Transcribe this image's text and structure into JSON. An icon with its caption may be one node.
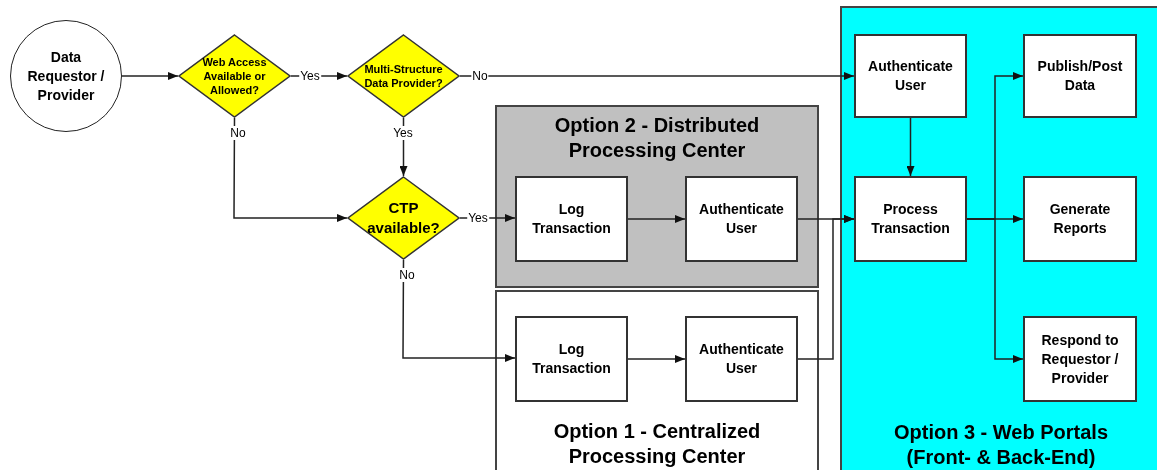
{
  "diagram": {
    "nodes": [
      {
        "text": [
          "Data Requestor / Provider"
        ]
      },
      {
        "text": [
          "Web Access Available or Allowed?"
        ]
      },
      {
        "text": [
          "Multi-Structure Data Provider?"
        ]
      },
      {
        "text": [
          "CTP available?"
        ]
      },
      {
        "text": [
          "Option 2 - Distributed Processing Center"
        ]
      },
      {
        "text": [
          "Log Transaction"
        ],
        "in": 4
      },
      {
        "text": [
          "Authenticate User"
        ],
        "in": 4
      },
      {
        "text": [
          "Option 1 - Centralized Processing Center"
        ]
      },
      {
        "text": [
          "Log Transaction"
        ],
        "in": 7
      },
      {
        "text": [
          "Authenticate User"
        ],
        "in": 7
      },
      {
        "text": [
          "Option 3 - Web Portals (Front- & Back-End)"
        ]
      },
      {
        "text": [
          "Authenticate User"
        ],
        "in": 10
      },
      {
        "text": [
          "Process Transaction"
        ],
        "in": 10
      },
      {
        "text": [
          "Publish/Post Data"
        ],
        "in": 10
      },
      {
        "text": [
          "Generate Reports"
        ],
        "in": 10
      },
      {
        "text": [
          "Respond to Requestor / Provider"
        ],
        "in": 10
      }
    ],
    "edges": [
      {
        "from": 0,
        "to": 1,
        "arrow": "to"
      },
      {
        "from": 1,
        "to": 2,
        "arrow": "to",
        "label": "Yes"
      },
      {
        "from": 1,
        "to": 3,
        "arrow": "to",
        "label": "No"
      },
      {
        "from": 2,
        "to": 11,
        "arrow": "to",
        "label": "No"
      },
      {
        "from": 2,
        "to": 3,
        "arrow": "to",
        "label": "Yes"
      },
      {
        "from": 3,
        "to": 5,
        "arrow": "to",
        "label": "Yes"
      },
      {
        "from": 3,
        "to": 8,
        "arrow": "to",
        "label": "No"
      },
      {
        "from": 5,
        "to": 6,
        "arrow": "to"
      },
      {
        "from": 6,
        "to": 12,
        "arrow": "to"
      },
      {
        "from": 8,
        "to": 9,
        "arrow": "to"
      },
      {
        "from": 9,
        "to": 12,
        "arrow": "to"
      },
      {
        "from": 11,
        "to": 12,
        "arrow": "to"
      },
      {
        "from": 12,
        "to": 13,
        "arrow": "to"
      },
      {
        "from": 12,
        "to": 14,
        "arrow": "to"
      },
      {
        "from": 12,
        "to": 15,
        "arrow": "to"
      }
    ]
  }
}
